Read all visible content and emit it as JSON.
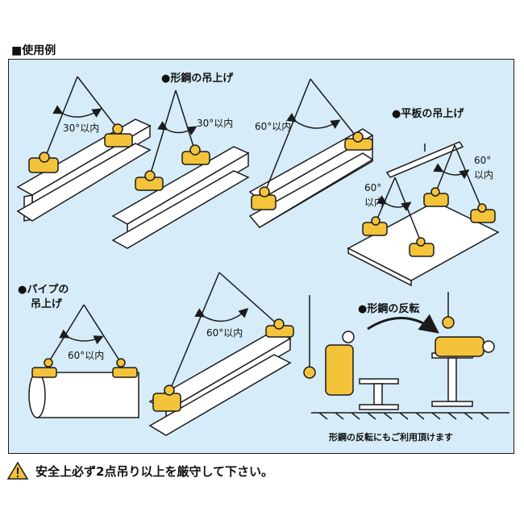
{
  "section_title": "■使用例",
  "labels": {
    "shape_steel": "●形鋼の吊上げ",
    "flat_plate": "●平板の吊上げ",
    "pipe_line1": "●パイプの",
    "pipe_line2": "吊上げ",
    "reversal": "●形鋼の反転",
    "reversal_note": "形鋼の反転にもご利用頂けます"
  },
  "angles": {
    "a1": "30°以内",
    "a2": "30°以内",
    "a3": "60°以内",
    "a4_top": "60°",
    "a4_bottom": "以内",
    "a5_top": "60°",
    "a5_bottom": "以内",
    "a6": "60°以内",
    "a7": "60°以内"
  },
  "warning": {
    "icon": "warning-triangle-icon",
    "text": "安全上必ず2点吊り以上を厳守して下さい。"
  },
  "colors": {
    "panel_bg": "#d6ecf8",
    "clamp_yellow": "#f3c33a",
    "steel_fill": "#ffffff",
    "outline": "#1b1b1b"
  }
}
